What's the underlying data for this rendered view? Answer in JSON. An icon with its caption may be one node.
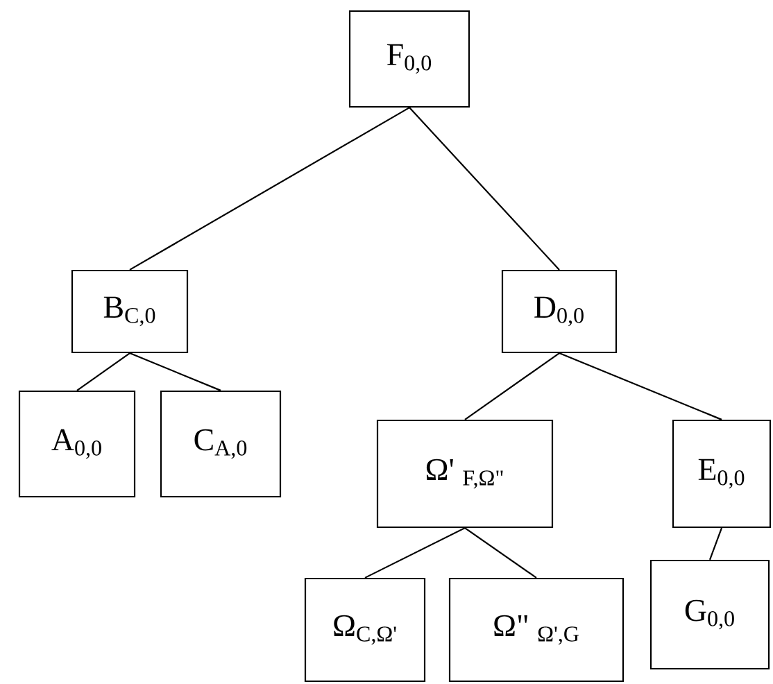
{
  "diagram": {
    "nodes": [
      {
        "text": [
          "F$_{0,0}$"
        ]
      },
      {
        "text": [
          "B$_{C,0}$"
        ]
      },
      {
        "text": [
          "D$_{0,0}$"
        ]
      },
      {
        "text": [
          "A$_{0,0}$"
        ]
      },
      {
        "text": [
          "C$_{A,0}$"
        ]
      },
      {
        "text": [
          "Ω' $_{F,Ω\"}$"
        ]
      },
      {
        "text": [
          "E$_{0,0}$"
        ]
      },
      {
        "text": [
          "Ω$_{C,Ω'}$"
        ]
      },
      {
        "text": [
          "Ω\" $_{Ω',G}$"
        ]
      },
      {
        "text": [
          "G$_{0,0}$"
        ]
      }
    ],
    "edges": [
      {
        "from": 0,
        "to": 1,
        "arrow": "none"
      },
      {
        "from": 0,
        "to": 2,
        "arrow": "none"
      },
      {
        "from": 1,
        "to": 3,
        "arrow": "none"
      },
      {
        "from": 1,
        "to": 4,
        "arrow": "none"
      },
      {
        "from": 2,
        "to": 5,
        "arrow": "none"
      },
      {
        "from": 2,
        "to": 6,
        "arrow": "none"
      },
      {
        "from": 5,
        "to": 7,
        "arrow": "none"
      },
      {
        "from": 5,
        "to": 8,
        "arrow": "none"
      },
      {
        "from": 6,
        "to": 9,
        "arrow": "none"
      }
    ]
  }
}
